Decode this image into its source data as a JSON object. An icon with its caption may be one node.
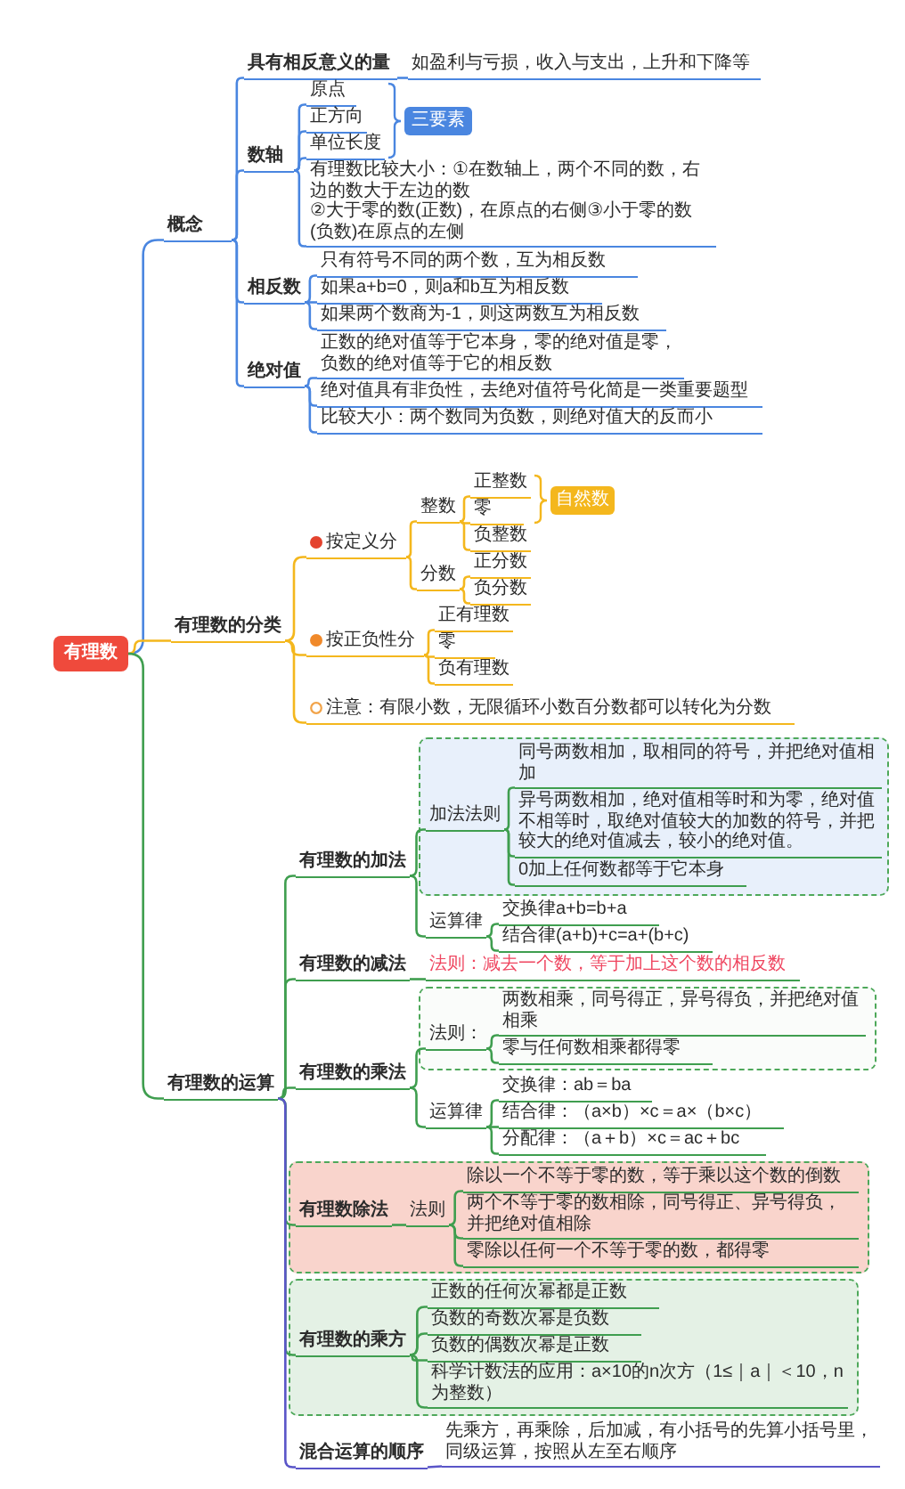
{
  "diagram": {
    "nodes": [
      {
        "text": [
          "有理数"
        ]
      },
      {
        "text": [
          "概念"
        ]
      },
      {
        "text": [
          "具有相反意义的量"
        ]
      },
      {
        "text": [
          "如盈利与亏损，收入与支出，上升和下降等"
        ]
      },
      {
        "text": [
          "数轴"
        ]
      },
      {
        "text": [
          "原点"
        ]
      },
      {
        "text": [
          "正方向"
        ]
      },
      {
        "text": [
          "单位长度"
        ]
      },
      {
        "text": [
          "三要素"
        ]
      },
      {
        "text": [
          "有理数比较大小：①在数轴上，两个不同的数，右边的数大于左边的数",
          "②大于零的数(正数)，在原点的右侧③小于零的数(负数)在原点的左侧"
        ]
      },
      {
        "text": [
          "相反数"
        ]
      },
      {
        "text": [
          "只有符号不同的两个数，互为相反数"
        ]
      },
      {
        "text": [
          "如果a+b=0，则a和b互为相反数"
        ]
      },
      {
        "text": [
          "如果两个数商为-1，则这两数互为相反数"
        ]
      },
      {
        "text": [
          "绝对值"
        ]
      },
      {
        "text": [
          "正数的绝对值等于它本身，零的绝对值是零，负数的绝对值等于它的相反数"
        ]
      },
      {
        "text": [
          "绝对值具有非负性，去绝对值符号化简是一类重要题型"
        ]
      },
      {
        "text": [
          "比较大小：两个数同为负数，则绝对值大的反而小"
        ]
      },
      {
        "text": [
          "有理数的分类"
        ]
      },
      {
        "text": [
          "按定义分"
        ]
      },
      {
        "text": [
          "整数"
        ]
      },
      {
        "text": [
          "正整数"
        ]
      },
      {
        "text": [
          "零"
        ]
      },
      {
        "text": [
          "负整数"
        ]
      },
      {
        "text": [
          "自然数"
        ]
      },
      {
        "text": [
          "分数"
        ]
      },
      {
        "text": [
          "正分数"
        ]
      },
      {
        "text": [
          "负分数"
        ]
      },
      {
        "text": [
          "按正负性分"
        ]
      },
      {
        "text": [
          "正有理数"
        ]
      },
      {
        "text": [
          "零"
        ]
      },
      {
        "text": [
          "负有理数"
        ]
      },
      {
        "text": [
          "注意：有限小数，无限循环小数百分数都可以转化为分数"
        ]
      },
      {
        "text": [
          "有理数的运算"
        ]
      },
      {
        "text": [
          "有理数的加法"
        ]
      },
      {
        "text": [],
        "shape": "box"
      },
      {
        "text": [
          "加法法则"
        ],
        "in": 35
      },
      {
        "text": [
          "同号两数相加，取相同的符号，并把绝对值相加"
        ],
        "in": 35
      },
      {
        "text": [
          "异号两数相加，绝对值相等时和为零，绝对值不相等时，取绝对值较大的加数的符号，并把较大的绝对值减去，较小的绝对值。"
        ],
        "in": 35
      },
      {
        "text": [
          "0加上任何数都等于它本身"
        ],
        "in": 35
      },
      {
        "text": [
          "运算律"
        ]
      },
      {
        "text": [
          "交换律a+b=b+a"
        ]
      },
      {
        "text": [
          "结合律(a+b)+c=a+(b+c)"
        ]
      },
      {
        "text": [
          "有理数的减法"
        ]
      },
      {
        "text": [
          "法则：减去一个数，等于加上这个数的相反数"
        ]
      },
      {
        "text": [
          "有理数的乘法"
        ]
      },
      {
        "text": [],
        "shape": "box"
      },
      {
        "text": [
          "法则："
        ],
        "in": 46
      },
      {
        "text": [
          "两数相乘，同号得正，异号得负，并把绝对值相乘"
        ],
        "in": 46
      },
      {
        "text": [
          "零与任何数相乘都得零"
        ],
        "in": 46
      },
      {
        "text": [
          "运算律"
        ]
      },
      {
        "text": [
          "交换律：ab＝ba"
        ]
      },
      {
        "text": [
          "结合律：（a×b）×c＝a×（b×c）"
        ]
      },
      {
        "text": [
          "分配律：（a＋b）×c＝ac＋bc"
        ]
      },
      {
        "text": [],
        "shape": "box"
      },
      {
        "text": [
          "有理数除法"
        ],
        "in": 54
      },
      {
        "text": [
          "法则"
        ],
        "in": 54
      },
      {
        "text": [
          "除以一个不等于零的数，等于乘以这个数的倒数"
        ],
        "in": 54
      },
      {
        "text": [
          "两个不等于零的数相除，同号得正、异号得负，并把绝对值相除"
        ],
        "in": 54
      },
      {
        "text": [
          "零除以任何一个不等于零的数，都得零"
        ],
        "in": 54
      },
      {
        "text": [],
        "shape": "box"
      },
      {
        "text": [
          "有理数的乘方"
        ],
        "in": 60
      },
      {
        "text": [
          "正数的任何次幂都是正数"
        ],
        "in": 60
      },
      {
        "text": [
          "负数的奇数次幂是负数"
        ],
        "in": 60
      },
      {
        "text": [
          "负数的偶数次幂是正数"
        ],
        "in": 60
      },
      {
        "text": [
          "科学计数法的应用：a×10的n次方（1≤｜a｜＜10，n为整数）"
        ],
        "in": 60
      },
      {
        "text": [
          "混合运算的顺序"
        ]
      },
      {
        "text": [
          "先乘方，再乘除，后加减，有小括号的先算小括号里，同级运算，按照从左至右顺序"
        ]
      }
    ],
    "edges": [
      {
        "from": 0,
        "to": 1,
        "arrow": "none",
        "color": "#4a86e0"
      },
      {
        "from": 1,
        "to": 2,
        "arrow": "none",
        "color": "#4a86e0"
      },
      {
        "from": 2,
        "to": 3,
        "arrow": "none",
        "color": "#4a86e0"
      },
      {
        "from": 1,
        "to": 4,
        "arrow": "none",
        "color": "#4a86e0"
      },
      {
        "from": 4,
        "to": 5,
        "arrow": "none",
        "color": "#4a86e0"
      },
      {
        "from": 4,
        "to": 6,
        "arrow": "none",
        "color": "#4a86e0"
      },
      {
        "from": 4,
        "to": 7,
        "arrow": "none",
        "color": "#4a86e0"
      },
      {
        "from": 4,
        "to": 9,
        "arrow": "none",
        "color": "#4a86e0"
      },
      {
        "from": 1,
        "to": 10,
        "arrow": "none",
        "color": "#4a86e0"
      },
      {
        "from": 10,
        "to": 11,
        "arrow": "none",
        "color": "#4a86e0"
      },
      {
        "from": 10,
        "to": 12,
        "arrow": "none",
        "color": "#4a86e0"
      },
      {
        "from": 10,
        "to": 13,
        "arrow": "none",
        "color": "#4a86e0"
      },
      {
        "from": 1,
        "to": 14,
        "arrow": "none",
        "color": "#4a86e0"
      },
      {
        "from": 14,
        "to": 15,
        "arrow": "none",
        "color": "#4a86e0"
      },
      {
        "from": 14,
        "to": 16,
        "arrow": "none",
        "color": "#4a86e0"
      },
      {
        "from": 14,
        "to": 17,
        "arrow": "none",
        "color": "#4a86e0"
      },
      {
        "from": 0,
        "to": 18,
        "arrow": "none",
        "color": "#f4b71d"
      },
      {
        "from": 18,
        "to": 19,
        "arrow": "none",
        "color": "#f4b71d"
      },
      {
        "from": 19,
        "to": 20,
        "arrow": "none",
        "color": "#f4b71d"
      },
      {
        "from": 20,
        "to": 21,
        "arrow": "none",
        "color": "#f4b71d"
      },
      {
        "from": 20,
        "to": 22,
        "arrow": "none",
        "color": "#f4b71d"
      },
      {
        "from": 20,
        "to": 23,
        "arrow": "none",
        "color": "#f4b71d"
      },
      {
        "from": 19,
        "to": 25,
        "arrow": "none",
        "color": "#f4b71d"
      },
      {
        "from": 25,
        "to": 26,
        "arrow": "none",
        "color": "#f4b71d"
      },
      {
        "from": 25,
        "to": 27,
        "arrow": "none",
        "color": "#f4b71d"
      },
      {
        "from": 18,
        "to": 28,
        "arrow": "none",
        "color": "#f4b71d"
      },
      {
        "from": 28,
        "to": 29,
        "arrow": "none",
        "color": "#f4b71d"
      },
      {
        "from": 28,
        "to": 30,
        "arrow": "none",
        "color": "#f4b71d"
      },
      {
        "from": 28,
        "to": 31,
        "arrow": "none",
        "color": "#f4b71d"
      },
      {
        "from": 18,
        "to": 32,
        "arrow": "none",
        "color": "#f4b71d"
      },
      {
        "from": 0,
        "to": 33,
        "arrow": "none",
        "color": "#3f9e4f"
      },
      {
        "from": 33,
        "to": 34,
        "arrow": "none",
        "color": "#3f9e4f"
      },
      {
        "from": 34,
        "to": 36,
        "arrow": "none",
        "color": "#3f9e4f"
      },
      {
        "from": 36,
        "to": 37,
        "arrow": "none",
        "color": "#3f9e4f"
      },
      {
        "from": 36,
        "to": 38,
        "arrow": "none",
        "color": "#3f9e4f"
      },
      {
        "from": 36,
        "to": 39,
        "arrow": "none",
        "color": "#3f9e4f"
      },
      {
        "from": 34,
        "to": 40,
        "arrow": "none",
        "color": "#3f9e4f"
      },
      {
        "from": 40,
        "to": 41,
        "arrow": "none",
        "color": "#3f9e4f"
      },
      {
        "from": 40,
        "to": 42,
        "arrow": "none",
        "color": "#3f9e4f"
      },
      {
        "from": 33,
        "to": 43,
        "arrow": "none",
        "color": "#3f9e4f"
      },
      {
        "from": 43,
        "to": 44,
        "arrow": "none",
        "color": "#3f9e4f"
      },
      {
        "from": 33,
        "to": 45,
        "arrow": "none",
        "color": "#3f9e4f"
      },
      {
        "from": 45,
        "to": 47,
        "arrow": "none",
        "color": "#3f9e4f"
      },
      {
        "from": 47,
        "to": 48,
        "arrow": "none",
        "color": "#3f9e4f"
      },
      {
        "from": 47,
        "to": 49,
        "arrow": "none",
        "color": "#3f9e4f"
      },
      {
        "from": 45,
        "to": 50,
        "arrow": "none",
        "color": "#3f9e4f"
      },
      {
        "from": 50,
        "to": 51,
        "arrow": "none",
        "color": "#3f9e4f"
      },
      {
        "from": 50,
        "to": 52,
        "arrow": "none",
        "color": "#3f9e4f"
      },
      {
        "from": 50,
        "to": 53,
        "arrow": "none",
        "color": "#3f9e4f"
      },
      {
        "from": 33,
        "to": 55,
        "arrow": "none",
        "color": "#3f9e4f"
      },
      {
        "from": 55,
        "to": 56,
        "arrow": "none",
        "color": "#3f9e4f"
      },
      {
        "from": 56,
        "to": 57,
        "arrow": "none",
        "color": "#3f9e4f"
      },
      {
        "from": 56,
        "to": 58,
        "arrow": "none",
        "color": "#3f9e4f"
      },
      {
        "from": 56,
        "to": 59,
        "arrow": "none",
        "color": "#3f9e4f"
      },
      {
        "from": 33,
        "to": 61,
        "arrow": "none",
        "color": "#3f9e4f"
      },
      {
        "from": 61,
        "to": 62,
        "arrow": "none",
        "color": "#3f9e4f"
      },
      {
        "from": 61,
        "to": 63,
        "arrow": "none",
        "color": "#3f9e4f"
      },
      {
        "from": 61,
        "to": 64,
        "arrow": "none",
        "color": "#3f9e4f"
      },
      {
        "from": 61,
        "to": 65,
        "arrow": "none",
        "color": "#3f9e4f"
      },
      {
        "from": 33,
        "to": 66,
        "arrow": "none",
        "color": "#5a55c8"
      },
      {
        "from": 66,
        "to": 67,
        "arrow": "none",
        "color": "#5a55c8"
      }
    ]
  }
}
